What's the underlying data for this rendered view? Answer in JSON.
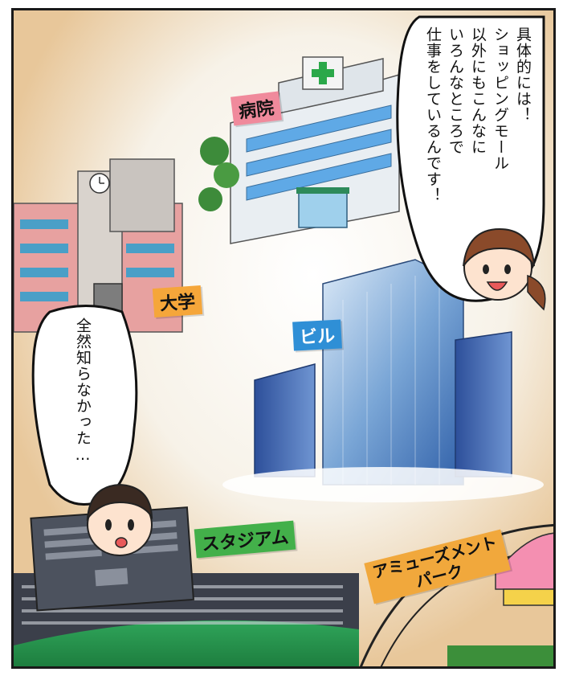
{
  "panel": {
    "speech_woman": [
      "具体的には！",
      "ショッピングモール",
      "以外にもこんなに",
      "いろんなところで",
      "仕事をしているんです！"
    ],
    "speech_man": [
      "全然知らなかった…"
    ]
  },
  "labels": {
    "hospital": "病院",
    "university": "大学",
    "building": "ビル",
    "stadium": "スタジアム",
    "amusement_line1": "アミューズメント",
    "amusement_line2": "パーク"
  },
  "colors": {
    "hospital": "#f08a9c",
    "university": "#f5a63a",
    "building": "#2f8fd6",
    "stadium": "#43b04a",
    "amusement": "#f1a83c"
  }
}
